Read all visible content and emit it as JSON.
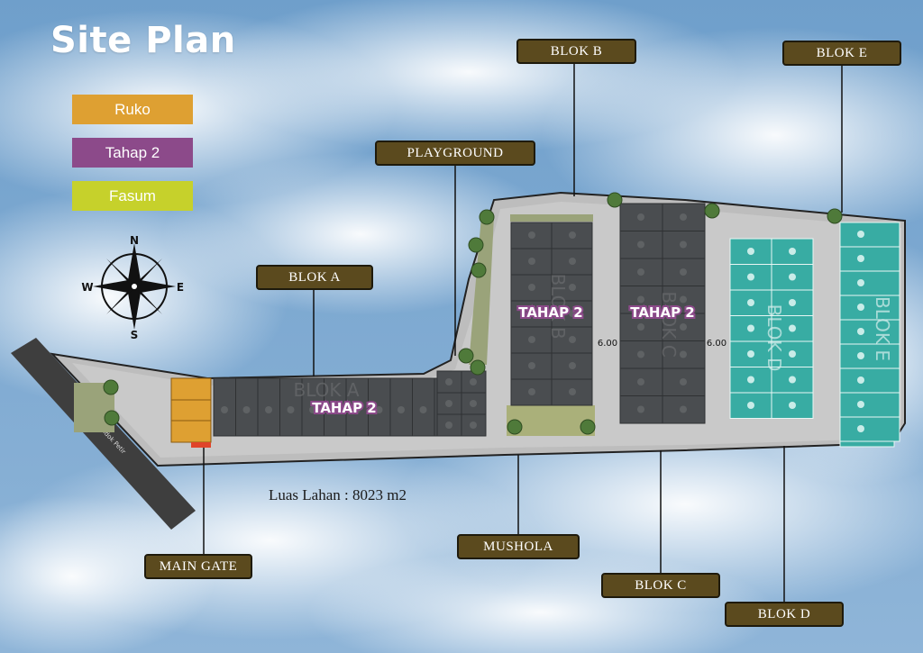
{
  "title": "Site Plan",
  "legend": [
    {
      "label": "Ruko",
      "color": "#dea032"
    },
    {
      "label": "Tahap 2",
      "color": "#8c4a8a"
    },
    {
      "label": "Fasum",
      "color": "#c6d12b"
    }
  ],
  "compass": {
    "n": "N",
    "e": "E",
    "s": "S",
    "w": "W"
  },
  "callouts": {
    "blok_a": "BLOK A",
    "blok_b": "BLOK B",
    "blok_c": "BLOK C",
    "blok_d": "BLOK D",
    "blok_e": "BLOK E",
    "playground": "PLAYGROUND",
    "mushola": "MUSHOLA",
    "main_gate": "MAIN GATE"
  },
  "tahap_label": "TAHAP 2",
  "road_width": "6.00",
  "road_name": "Jl. Raya Pondok Petir",
  "area": "Luas Lahan : 8023 m2",
  "watermarks": {
    "a": "BLOK A",
    "b": "BLOK B",
    "c": "BLOK C",
    "d": "BLOK D",
    "e": "BLOK E"
  },
  "colors": {
    "ruko": "#dea032",
    "tahap2": "#8c4a8a",
    "fasum": "#c6d12b",
    "lot_dark": "#4a4d50",
    "lot_teal": "#38aca3",
    "label_bg": "#5b4a1e"
  }
}
